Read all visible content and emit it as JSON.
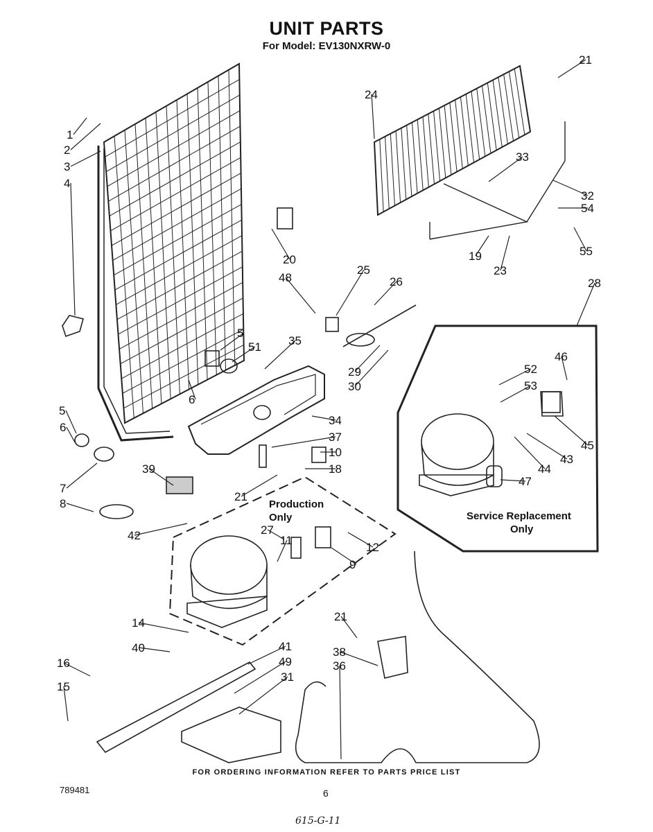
{
  "header": {
    "title": "UNIT PARTS",
    "model_line": "For Model: EV130NXRW-0"
  },
  "notes": {
    "production_only": [
      "Production",
      "Only"
    ],
    "service_replacement_only": [
      "Service Replacement",
      "Only"
    ]
  },
  "callouts": [
    {
      "id": "c1",
      "label": "1"
    },
    {
      "id": "c2",
      "label": "2"
    },
    {
      "id": "c3",
      "label": "3"
    },
    {
      "id": "c4",
      "label": "4"
    },
    {
      "id": "c5a",
      "label": "5"
    },
    {
      "id": "c5b",
      "label": "5"
    },
    {
      "id": "c6a",
      "label": "6"
    },
    {
      "id": "c6b",
      "label": "6"
    },
    {
      "id": "c7",
      "label": "7"
    },
    {
      "id": "c8",
      "label": "8"
    },
    {
      "id": "c9",
      "label": "9"
    },
    {
      "id": "c10",
      "label": "10"
    },
    {
      "id": "c11",
      "label": "11"
    },
    {
      "id": "c12",
      "label": "12"
    },
    {
      "id": "c14",
      "label": "14"
    },
    {
      "id": "c15",
      "label": "15"
    },
    {
      "id": "c16",
      "label": "16"
    },
    {
      "id": "c18",
      "label": "18"
    },
    {
      "id": "c19",
      "label": "19"
    },
    {
      "id": "c20",
      "label": "20"
    },
    {
      "id": "c21a",
      "label": "21"
    },
    {
      "id": "c21b",
      "label": "21"
    },
    {
      "id": "c21c",
      "label": "21"
    },
    {
      "id": "c23",
      "label": "23"
    },
    {
      "id": "c24",
      "label": "24"
    },
    {
      "id": "c25",
      "label": "25"
    },
    {
      "id": "c26",
      "label": "26"
    },
    {
      "id": "c27",
      "label": "27"
    },
    {
      "id": "c28",
      "label": "28"
    },
    {
      "id": "c29",
      "label": "29"
    },
    {
      "id": "c30",
      "label": "30"
    },
    {
      "id": "c31",
      "label": "31"
    },
    {
      "id": "c32",
      "label": "32"
    },
    {
      "id": "c33",
      "label": "33"
    },
    {
      "id": "c34",
      "label": "34"
    },
    {
      "id": "c35",
      "label": "35"
    },
    {
      "id": "c36",
      "label": "36"
    },
    {
      "id": "c37",
      "label": "37"
    },
    {
      "id": "c38",
      "label": "38"
    },
    {
      "id": "c39",
      "label": "39"
    },
    {
      "id": "c40",
      "label": "40"
    },
    {
      "id": "c41",
      "label": "41"
    },
    {
      "id": "c42",
      "label": "42"
    },
    {
      "id": "c43",
      "label": "43"
    },
    {
      "id": "c44",
      "label": "44"
    },
    {
      "id": "c45",
      "label": "45"
    },
    {
      "id": "c46",
      "label": "46"
    },
    {
      "id": "c47",
      "label": "47"
    },
    {
      "id": "c48",
      "label": "48"
    },
    {
      "id": "c49",
      "label": "49"
    },
    {
      "id": "c51",
      "label": "51"
    },
    {
      "id": "c52",
      "label": "52"
    },
    {
      "id": "c53",
      "label": "53"
    },
    {
      "id": "c54",
      "label": "54"
    },
    {
      "id": "c55",
      "label": "55"
    }
  ],
  "footer": {
    "ordering_note": "FOR ORDERING INFORMATION REFER TO PARTS PRICE LIST",
    "catalog_number": "789481",
    "page_number": "6",
    "handwritten_code": "615-G-11"
  }
}
